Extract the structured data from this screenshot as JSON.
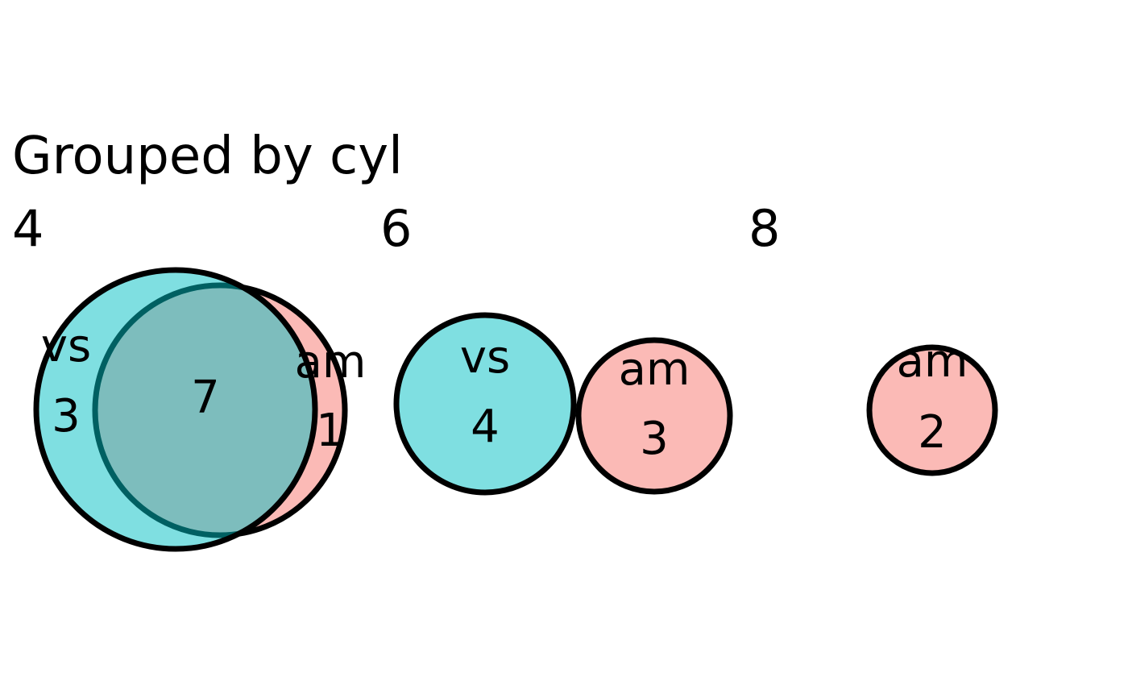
{
  "title": "Grouped by cyl",
  "colors": {
    "vs": "#00BFC4",
    "am": "#F8766D",
    "stroke": "#000000"
  },
  "panels": [
    {
      "group": "4",
      "sets": [
        "vs",
        "am"
      ],
      "regions": {
        "vs_only": "3",
        "am_only": "1",
        "vs_and_am": "7"
      }
    },
    {
      "group": "6",
      "sets": [
        "vs",
        "am"
      ],
      "regions": {
        "vs_only": "4",
        "am_only": "3"
      }
    },
    {
      "group": "8",
      "sets": [
        "am"
      ],
      "regions": {
        "am_only": "2"
      }
    }
  ]
}
